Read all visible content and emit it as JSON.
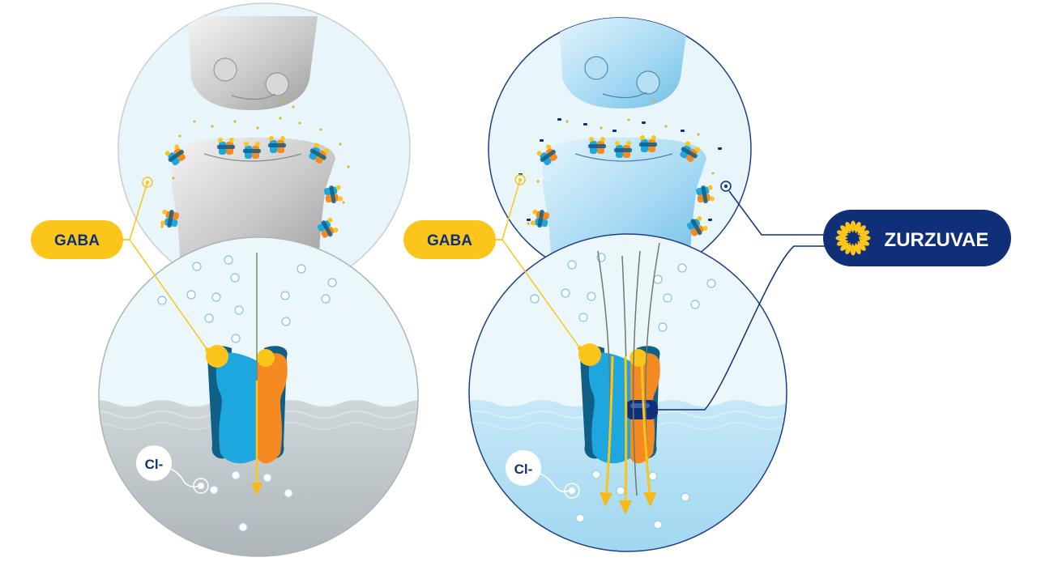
{
  "labels": {
    "gaba_left": "GABA",
    "gaba_right": "GABA",
    "cl_left": "Cl-",
    "cl_right": "Cl-",
    "drug": "ZURZUVAE"
  },
  "colors": {
    "gaba_yellow": "#fbc51a",
    "navy": "#0f2f78",
    "receptor_blue": "#1ea6de",
    "receptor_orange": "#f58a22",
    "receptor_dark": "#0f5f86",
    "gray_neuron": "#c8c8c8",
    "blue_neuron": "#9fd6f2",
    "pale_bg": "#e8f5fb",
    "gray_cell": "#b7c0c4",
    "blue_cell": "#a9dcf2"
  },
  "icons": {
    "drug_logo": "sun-rosette-icon"
  }
}
